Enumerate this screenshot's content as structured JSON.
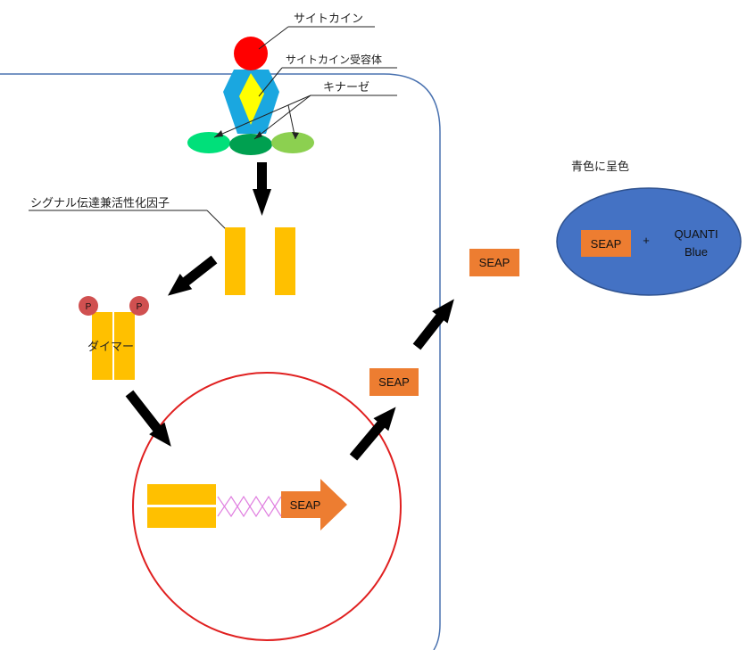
{
  "labels": {
    "cytokine": "サイトカイン",
    "receptor": "サイトカイン受容体",
    "kinase": "キナーゼ",
    "stat": "シグナル伝達兼活性化因子",
    "dimer": "ダイマー",
    "color_change": "青色に呈色",
    "phospho": "P",
    "seap": "SEAP",
    "plus": "+",
    "quanti_line1": "QUANTI",
    "quanti_line2": "Blue"
  },
  "colors": {
    "cell_membrane": "#4a72b0",
    "nucleus": "#e02020",
    "cytokine": "#ff0000",
    "receptor_outer": "#1aa7e0",
    "receptor_inner": "#ffff00",
    "kinase_left": "#00e07a",
    "kinase_center": "#00a050",
    "kinase_right": "#8cd050",
    "stat": "#ffc000",
    "phospho": "#d05050",
    "seap": "#ed7d31",
    "dna": "#e080e0",
    "quanti_ellipse": "#4472c4",
    "arrow": "#000000"
  }
}
